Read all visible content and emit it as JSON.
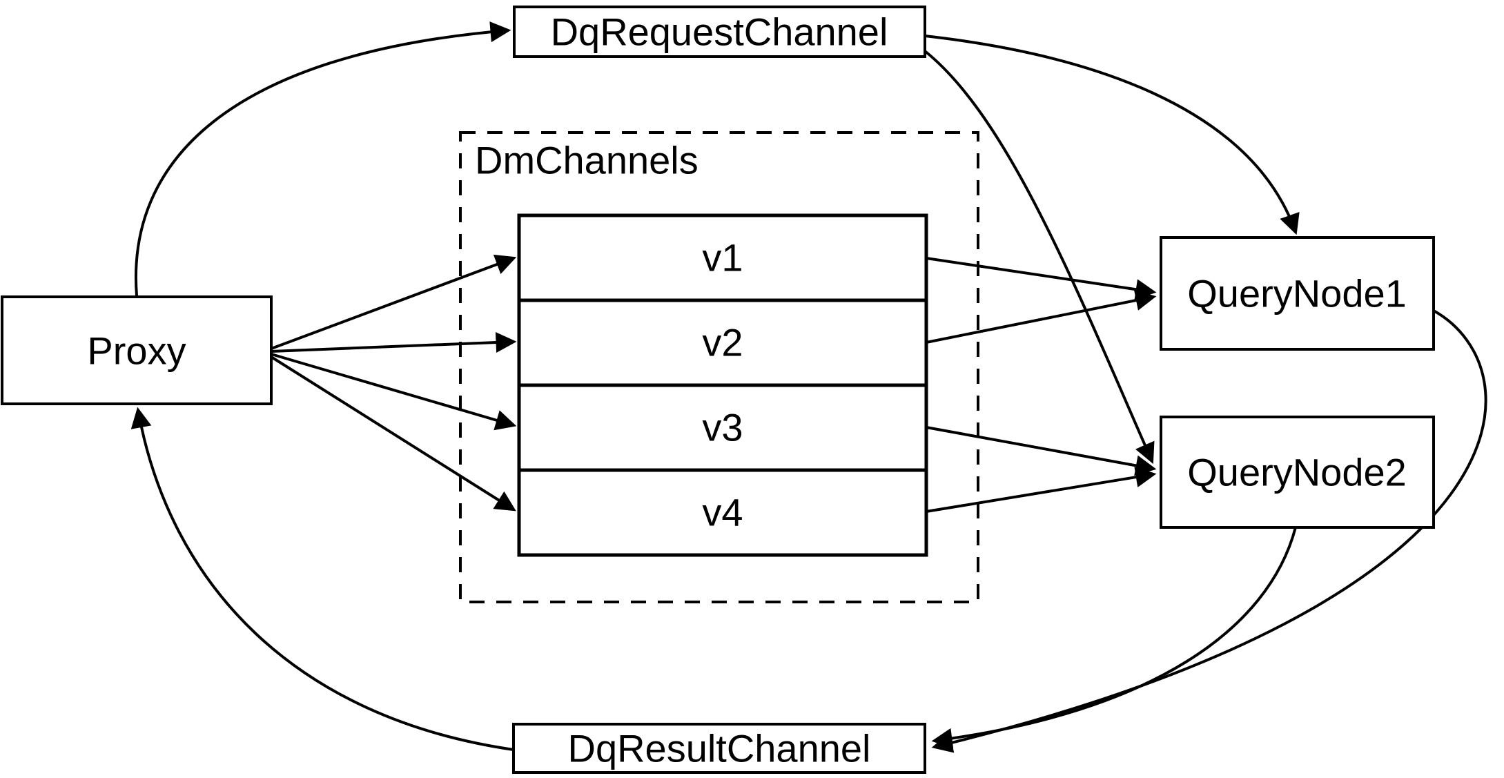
{
  "page": {
    "background": "#ffffff",
    "stroke_color": "#000000"
  },
  "diagram": {
    "nodes": {
      "proxy": {
        "label": "Proxy"
      },
      "dq_request_channel": {
        "label": "DqRequestChannel"
      },
      "dm_channels": {
        "label": "DmChannels",
        "channels": [
          "v1",
          "v2",
          "v3",
          "v4"
        ]
      },
      "query_node_1": {
        "label": "QueryNode1"
      },
      "query_node_2": {
        "label": "QueryNode2"
      },
      "dq_result_channel": {
        "label": "DqResultChannel"
      }
    },
    "edges": [
      {
        "from": "Proxy",
        "to": "DqRequestChannel"
      },
      {
        "from": "Proxy",
        "to": "v1"
      },
      {
        "from": "Proxy",
        "to": "v2"
      },
      {
        "from": "Proxy",
        "to": "v3"
      },
      {
        "from": "Proxy",
        "to": "v4"
      },
      {
        "from": "v1",
        "to": "QueryNode1"
      },
      {
        "from": "v2",
        "to": "QueryNode1"
      },
      {
        "from": "v3",
        "to": "QueryNode2"
      },
      {
        "from": "v4",
        "to": "QueryNode2"
      },
      {
        "from": "DqRequestChannel",
        "to": "QueryNode1"
      },
      {
        "from": "DqRequestChannel",
        "to": "QueryNode2"
      },
      {
        "from": "QueryNode1",
        "to": "DqResultChannel"
      },
      {
        "from": "QueryNode2",
        "to": "DqResultChannel"
      },
      {
        "from": "DqResultChannel",
        "to": "Proxy"
      }
    ]
  }
}
